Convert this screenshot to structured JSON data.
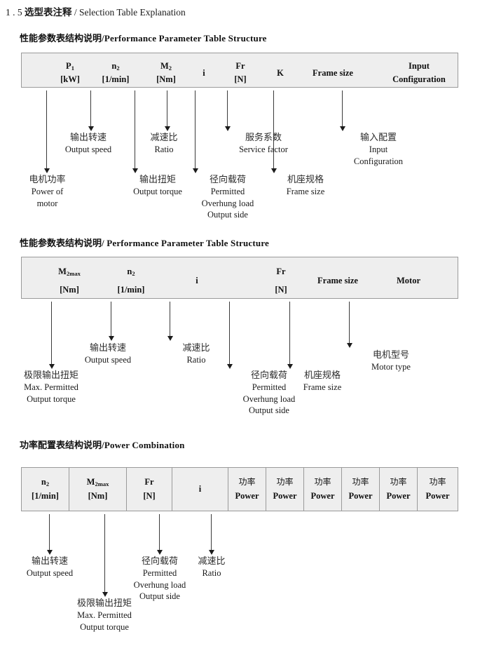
{
  "doc_title": {
    "number": "1 . 5",
    "cn": "选型表注释",
    "sep": "/",
    "en": "Selection Table Explanation"
  },
  "sections": [
    {
      "heading": {
        "cn": "性能参数表结构说明",
        "sep": "/",
        "en": "Performance Parameter Table Structure"
      },
      "table": {
        "columns": [
          {
            "top": "P",
            "top_sub": "1",
            "bottom": "[kW]"
          },
          {
            "top": "n",
            "top_sub": "2",
            "bottom": "[1/min]"
          },
          {
            "top": "M",
            "top_sub": "2",
            "bottom": "[Nm]"
          },
          {
            "mid": "i"
          },
          {
            "top": "Fr",
            "bottom": "[N]"
          },
          {
            "mid": "K"
          },
          {
            "mid": "Frame size"
          },
          {
            "top": "Input",
            "bottom": "Configuration"
          }
        ]
      },
      "callouts": [
        {
          "cn": "电机功率",
          "en": [
            "Power of",
            "motor"
          ]
        },
        {
          "cn": "输出转速",
          "en": [
            "Output speed"
          ]
        },
        {
          "cn": "输出扭矩",
          "en": [
            "Output torque"
          ]
        },
        {
          "cn": "减速比",
          "en": [
            "Ratio"
          ]
        },
        {
          "cn": "径向载荷",
          "en": [
            "Permitted",
            "Overhung load",
            "Output side"
          ]
        },
        {
          "cn": "服务系数",
          "en": [
            "Service factor"
          ]
        },
        {
          "cn": "机座规格",
          "en": [
            "Frame size"
          ]
        },
        {
          "cn": "输入配置",
          "en": [
            "Input",
            "Configuration"
          ]
        }
      ]
    },
    {
      "heading": {
        "cn": "性能参数表结构说明",
        "sep": "/",
        "en": "Performance Parameter Table Structure"
      },
      "table": {
        "columns": [
          {
            "top": "M",
            "top_sub": "2max",
            "bottom": "[Nm]"
          },
          {
            "top": "n",
            "top_sub": "2",
            "bottom": "[1/min]"
          },
          {
            "mid": "i"
          },
          {
            "top": "Fr",
            "bottom": "[N]"
          },
          {
            "mid": "Frame size"
          },
          {
            "mid": "Motor"
          }
        ]
      },
      "callouts": [
        {
          "cn": "极限输出扭矩",
          "en": [
            "Max. Permitted",
            "Output  torque"
          ]
        },
        {
          "cn": "输出转速",
          "en": [
            "Output speed"
          ]
        },
        {
          "cn": "减速比",
          "en": [
            "Ratio"
          ]
        },
        {
          "cn": "径向载荷",
          "en": [
            "Permitted",
            "Overhung load",
            "Output side"
          ]
        },
        {
          "cn": "机座规格",
          "en": [
            "Frame size"
          ]
        },
        {
          "cn": "电机型号",
          "en": [
            "Motor type"
          ]
        }
      ]
    },
    {
      "heading": {
        "cn": "功率配置表结构说明",
        "sep": "/",
        "en": "Power Combination"
      },
      "table": {
        "columns": [
          {
            "top": "n",
            "top_sub": "2",
            "bottom": "[1/min]"
          },
          {
            "top": "M",
            "top_sub": "2max",
            "bottom": "[Nm]"
          },
          {
            "top": "Fr",
            "bottom": "[N]"
          },
          {
            "mid": "i"
          },
          {
            "top_cn": "功率",
            "bottom": "Power"
          },
          {
            "top_cn": "功率",
            "bottom": "Power"
          },
          {
            "top_cn": "功率",
            "bottom": "Power"
          },
          {
            "top_cn": "功率",
            "bottom": "Power"
          },
          {
            "top_cn": "功率",
            "bottom": "Power"
          },
          {
            "top_cn": "功率",
            "bottom": "Power"
          }
        ]
      },
      "callouts": [
        {
          "cn": "输出转速",
          "en": [
            "Output speed"
          ]
        },
        {
          "cn": "极限输出扭矩",
          "en": [
            "Max. Permitted",
            "Output  torque"
          ]
        },
        {
          "cn": "径向载荷",
          "en": [
            "Permitted",
            "Overhung load",
            "Output side"
          ]
        },
        {
          "cn": "减速比",
          "en": [
            "Ratio"
          ]
        }
      ]
    }
  ]
}
